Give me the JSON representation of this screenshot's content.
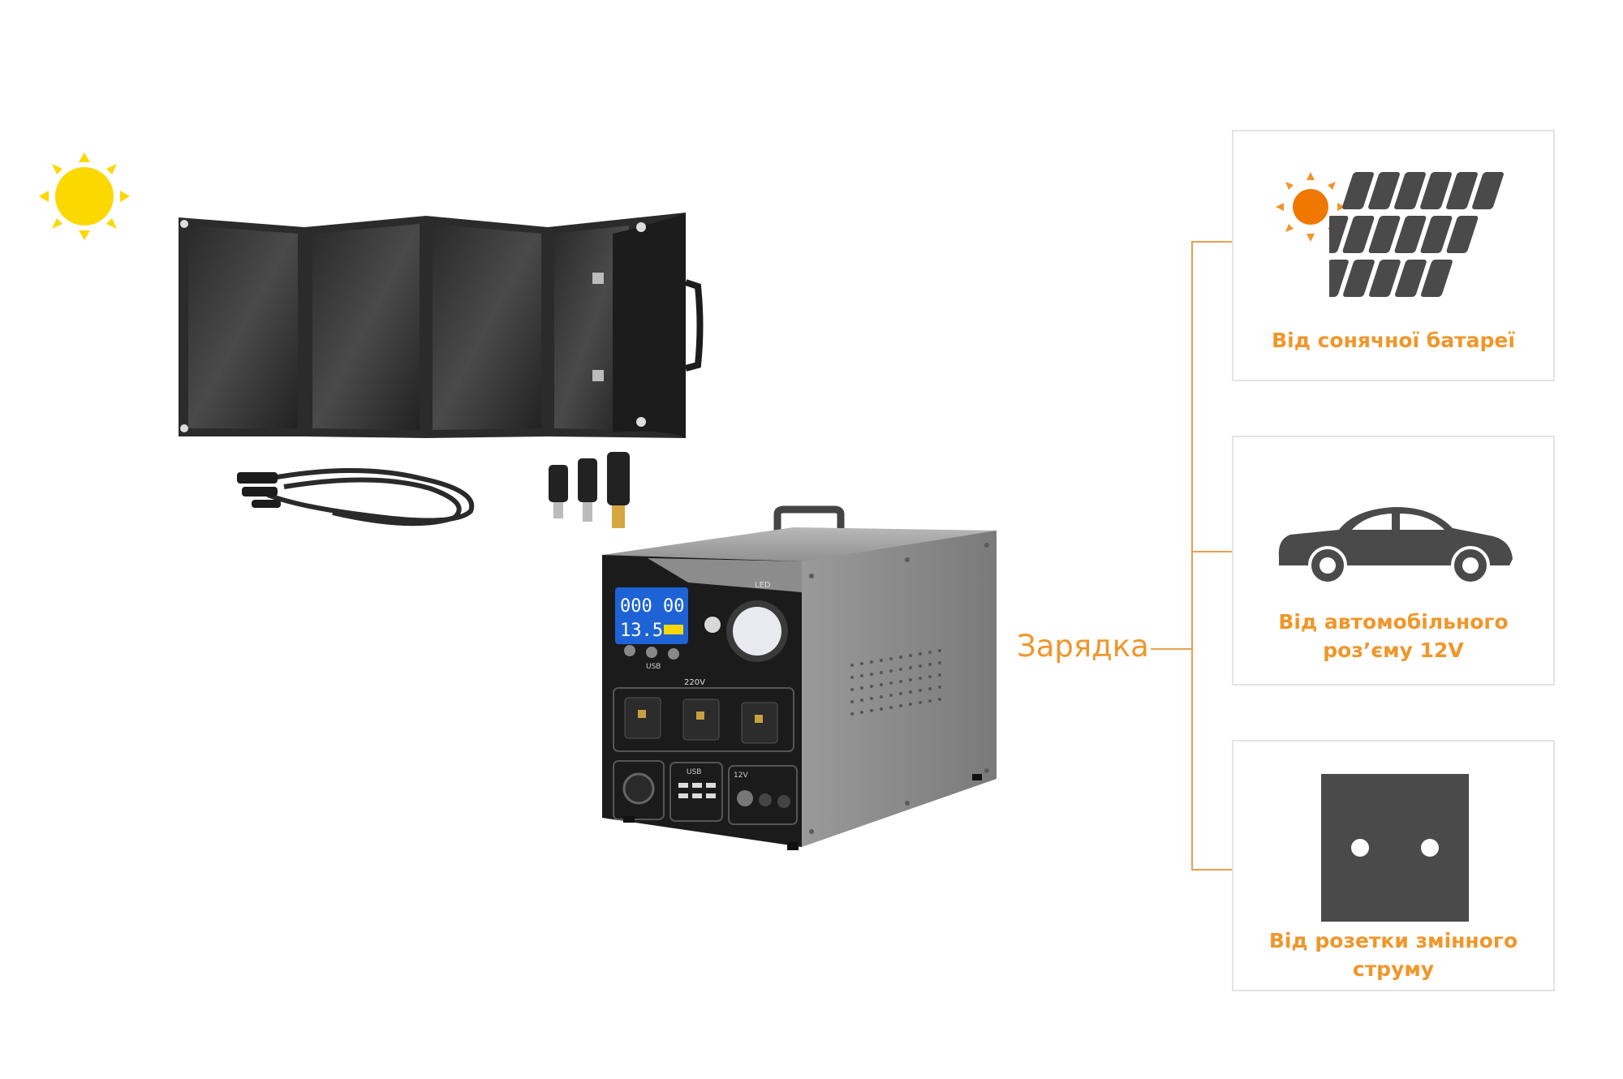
{
  "diagram": {
    "charging_label": "Зарядка",
    "sources": [
      {
        "icon": "solar-panel-icon",
        "label_lines": [
          "Від сонячної батареї"
        ]
      },
      {
        "icon": "car-icon",
        "label_lines": [
          "Від автомобільного",
          "роз’єму 12V"
        ]
      },
      {
        "icon": "ac-outlet-icon",
        "label_lines": [
          "Від розетки змінного",
          "струму"
        ]
      }
    ]
  },
  "device": {
    "display_top": "000 00",
    "display_bottom": "13.5",
    "led_label": "LED",
    "usb_label": "USB",
    "ac_label": "220V",
    "usb_ports_label": "USB",
    "dc_label": "12V"
  },
  "colors": {
    "accent": "#f0962a",
    "connector": "#e8a050",
    "sun_yellow": "#fbd800",
    "sun_orange": "#f07800",
    "icon_gray": "#4a4a4a",
    "card_border": "#e4e4e4"
  }
}
